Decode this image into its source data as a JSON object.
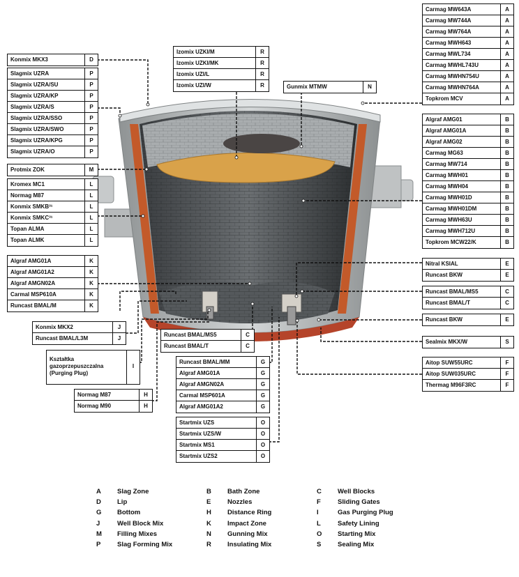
{
  "colors": {
    "text": "#111111",
    "lining_outer": "#c35a2a",
    "lining_dark": "#2a2a2a",
    "bath": "#d9a24a",
    "shell": "#b9bcbd"
  },
  "boxes": [
    {
      "id": "konmix-top",
      "rows": [
        [
          "Konmix MKX3",
          "D"
        ]
      ]
    },
    {
      "id": "slagmix",
      "rows": [
        [
          "Slagmix UZRA",
          "P"
        ],
        [
          "Slagmix UZRA/SU",
          "P"
        ],
        [
          "Slagmix UZRA/KP",
          "P"
        ],
        [
          "Slagmix UZRA/S",
          "P"
        ],
        [
          "Slagmix UZRA/SSO",
          "P"
        ],
        [
          "Slagmix UZRA/SWO",
          "P"
        ],
        [
          "Slagmix UZRA/KPG",
          "P"
        ],
        [
          "Slagmix UZRA/O",
          "P"
        ]
      ]
    },
    {
      "id": "protmix",
      "rows": [
        [
          "Protmix ZOK",
          "M"
        ]
      ]
    },
    {
      "id": "safety",
      "rows": [
        [
          "Kromex MC1",
          "L"
        ],
        [
          "Normag M87",
          "L"
        ],
        [
          "Konmix SMKB³¹",
          "L"
        ],
        [
          "Konmix SMKC³¹",
          "L"
        ],
        [
          "Topan ALMA",
          "L"
        ],
        [
          "Topan ALMK",
          "L"
        ]
      ]
    },
    {
      "id": "impact",
      "rows": [
        [
          "Algraf AMG01A",
          "K"
        ],
        [
          "Algraf AMG01A2",
          "K"
        ],
        [
          "Algraf AMGN02A",
          "K"
        ],
        [
          "Carmal MSP610A",
          "K"
        ],
        [
          "Runcast BMAL/M",
          "K"
        ]
      ]
    },
    {
      "id": "wellblockmix",
      "rows": [
        [
          "Konmix MKX2",
          "J"
        ],
        [
          "Runcast BMAL/L3M",
          "J"
        ]
      ]
    },
    {
      "id": "purging",
      "rows": [
        [
          "Kształtka gazoprzepuszczalna (Purging Plug)",
          "I"
        ]
      ]
    },
    {
      "id": "distance",
      "rows": [
        [
          "Normag M87",
          "H"
        ],
        [
          "Normag M90",
          "H"
        ]
      ]
    },
    {
      "id": "izomix",
      "rows": [
        [
          "Izomix UZKI/M",
          "R"
        ],
        [
          "Izomix UZKI/MK",
          "R"
        ],
        [
          "Izomix UZI/L",
          "R"
        ],
        [
          "Izomix UZI/W",
          "R"
        ]
      ]
    },
    {
      "id": "gunmix",
      "rows": [
        [
          "Gunmix MTMW",
          "N"
        ]
      ]
    },
    {
      "id": "wellblocks-mid",
      "rows": [
        [
          "Runcast BMAL/MS5",
          "C"
        ],
        [
          "Runcast BMAL/T",
          "C"
        ]
      ]
    },
    {
      "id": "bottom",
      "rows": [
        [
          "Runcast BMAL/MM",
          "G"
        ],
        [
          "Algraf AMG01A",
          "G"
        ],
        [
          "Algraf AMGN02A",
          "G"
        ],
        [
          "Carmal MSP601A",
          "G"
        ],
        [
          "Algraf AMG01A2",
          "G"
        ]
      ]
    },
    {
      "id": "starting",
      "rows": [
        [
          "Startmix UZS",
          "O"
        ],
        [
          "Startmix UZS/W",
          "O"
        ],
        [
          "Startmix MS1",
          "O"
        ],
        [
          "Startmix UZS2",
          "O"
        ]
      ]
    },
    {
      "id": "slagzone",
      "rows": [
        [
          "Carmag MW643A",
          "A"
        ],
        [
          "Carmag MW744A",
          "A"
        ],
        [
          "Carmag MW764A",
          "A"
        ],
        [
          "Carmag MWH643",
          "A"
        ],
        [
          "Carmag MWL734",
          "A"
        ],
        [
          "Carmag MWHL743U",
          "A"
        ],
        [
          "Carmag MWHN754U",
          "A"
        ],
        [
          "Carmag MWHN764A",
          "A"
        ],
        [
          "Topkrom MCV",
          "A"
        ]
      ]
    },
    {
      "id": "bathzone",
      "rows": [
        [
          "Algraf AMG01",
          "B"
        ],
        [
          "Algraf AMG01A",
          "B"
        ],
        [
          "Algraf AMG02",
          "B"
        ],
        [
          "Carmag MG63",
          "B"
        ],
        [
          "Carmag MW714",
          "B"
        ],
        [
          "Carmag MWH01",
          "B"
        ],
        [
          "Carmag MWH04",
          "B"
        ],
        [
          "Carmag MWH01D",
          "B"
        ],
        [
          "Carmag MWH01DM",
          "B"
        ],
        [
          "Carmag MWH63U",
          "B"
        ],
        [
          "Carmag MWH712U",
          "B"
        ],
        [
          "Topkrom MCW22/K",
          "B"
        ]
      ]
    },
    {
      "id": "nozzles1",
      "rows": [
        [
          "Nitral KSIAL",
          "E"
        ],
        [
          "Runcast BKW",
          "E"
        ]
      ]
    },
    {
      "id": "wellblocks-right",
      "rows": [
        [
          "Runcast BMAL/MS5",
          "C"
        ],
        [
          "Runcast BMAL/T",
          "C"
        ]
      ]
    },
    {
      "id": "nozzles2",
      "rows": [
        [
          "Runcast BKW",
          "E"
        ]
      ]
    },
    {
      "id": "sealing",
      "rows": [
        [
          "Sealmix MKX/W",
          "S"
        ]
      ]
    },
    {
      "id": "gates",
      "rows": [
        [
          "Aitop SUW55URC",
          "F"
        ],
        [
          "Aitop SUW035URC",
          "F"
        ],
        [
          "Thermag M96F3RC",
          "F"
        ]
      ]
    }
  ],
  "legend": [
    [
      "A",
      "Slag Zone"
    ],
    [
      "B",
      "Bath Zone"
    ],
    [
      "C",
      "Well Blocks"
    ],
    [
      "D",
      "Lip"
    ],
    [
      "E",
      "Nozzles"
    ],
    [
      "F",
      "Sliding Gates"
    ],
    [
      "G",
      "Bottom"
    ],
    [
      "H",
      "Distance Ring"
    ],
    [
      "I",
      "Gas Purging Plug"
    ],
    [
      "J",
      "Well Block Mix"
    ],
    [
      "K",
      "Impact Zone"
    ],
    [
      "L",
      "Safety Lining"
    ],
    [
      "M",
      "Filling Mixes"
    ],
    [
      "N",
      "Gunning Mix"
    ],
    [
      "O",
      "Starting Mix"
    ],
    [
      "P",
      "Slag Forming Mix"
    ],
    [
      "R",
      "Insulating Mix"
    ],
    [
      "S",
      "Sealing Mix"
    ]
  ]
}
